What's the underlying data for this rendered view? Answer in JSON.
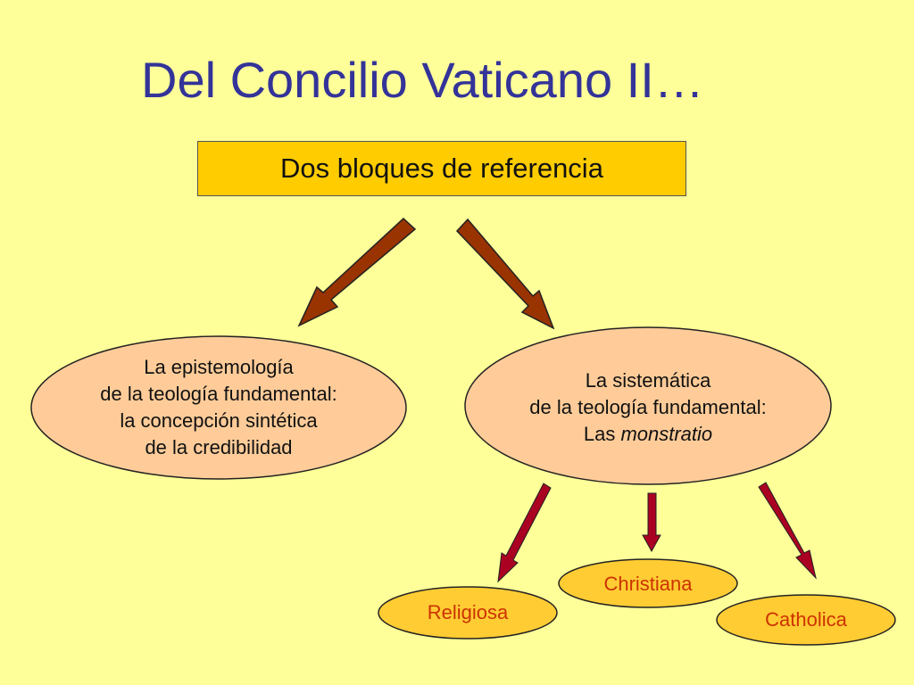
{
  "slide": {
    "title": "Del Concilio Vaticano II…",
    "header_box": "Dos bloques de referencia",
    "left_ellipse": {
      "lines": [
        "La epistemología",
        "de la teología fundamental:",
        "la concepción sintética",
        "de la credibilidad"
      ]
    },
    "right_ellipse": {
      "line1": "La sistemática",
      "line2": "de la teología fundamental:",
      "line3_prefix": "Las ",
      "line3_italic": "monstratio"
    },
    "sub_items": {
      "religiosa": "Religiosa",
      "christiana": "Christiana",
      "catholica": "Catholica"
    }
  },
  "colors": {
    "background": "#ffff99",
    "title": "#333399",
    "header_box": "#ffcc00",
    "large_ellipse_fill": "#ffcc99",
    "small_ellipse_fill": "#ffcc33",
    "small_label": "#cc3300",
    "brown_arrow": "#993300",
    "red_arrow": "#aa0022"
  }
}
